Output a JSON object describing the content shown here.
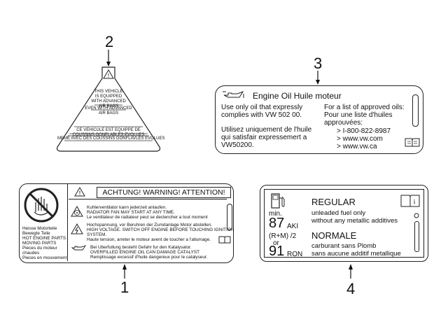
{
  "callouts": {
    "c1": "1",
    "c2": "2",
    "c3": "3",
    "c4": "4"
  },
  "label2": {
    "lines": [
      "THIS VEHICLE",
      "IS EQUIPPED",
      "WITH ADVANCED",
      "AIR BAGS",
      "EVEN WITH ADVANCED",
      "AIR BAGS",
      "CE VEHICULE EST EQUIPPE DE",
      "COUSSINS GONFLABLES EVOLUES",
      "MEME AVEC DES COUSSINS GONFLAVLES EVOLUES"
    ]
  },
  "label3": {
    "title": "Engine Oil  Huile moteur",
    "en_text": [
      "Use only oil that expressly",
      "complies with VW 502 00."
    ],
    "fr_text": [
      "Utilisez uniquement de l'huile",
      "qui satisfair expressemert a",
      "VW50200."
    ],
    "list_heading": [
      "For a list of approved oils:",
      "Pour une liste d'huiles",
      "approuvées:"
    ],
    "contacts": [
      "> I-800-822-8987",
      "> www.vw.com",
      "> www.vw.ca"
    ],
    "icons": [
      "oil-can-icon",
      "book-icon"
    ]
  },
  "label1": {
    "header": "ACHTUNG! WARNING! ATTENTION!",
    "left_text": [
      "Heisse Motorteile",
      "Bewegte Teile",
      "HOT ENGINE PARTS",
      "MOVING PARTS",
      "Pieces du moteur",
      "chaudes",
      "Pieces en mouvement"
    ],
    "fan": [
      "Kuhlerventilator kann jederzeit anlaufen.",
      "RADIATOR FAN MAY START AT ANY TIME.",
      "Le ventilateur de radiateur peut se declencher a tout moment"
    ],
    "voltage": [
      "Hochspannung, vor Beruhren der Zumdanlage Motor abstellen.",
      "HIGH VOLTAGE. SWITCH OFF ENGINE BEFORE TOUCHING IGNITION",
      "SYSTEM.",
      "Haute tension, arreter le moteur avent de toucher a l'allumage."
    ],
    "oil": [
      "Bei Uberfullung besteht Gefahr fur den Katalysator.",
      "OVERFILLED ENGINE OIL CAN DAMAGE CATALYST",
      "Remplissage excessif d'huile dangereux pour le catalyseur."
    ],
    "icons": [
      "no-touch-hand-icon",
      "warning-triangle-icon",
      "fan-icon",
      "high-voltage-icon",
      "oil-can-icon",
      "book-icon"
    ]
  },
  "label4": {
    "min": "min.",
    "aki_num": "87",
    "aki": "AKI",
    "rm": "(R+M) /2",
    "or": "or",
    "ron_num": "91",
    "ron": "RON",
    "regular": "REGULAR",
    "regular_text": [
      "unleaded fuel only",
      "without any metallic additives"
    ],
    "normale": "NORMALE",
    "normale_text": [
      "carburant sans Plomb",
      "sans aucune additif metallique"
    ],
    "icons": [
      "fuel-pump-icon",
      "book-info-icon"
    ]
  }
}
